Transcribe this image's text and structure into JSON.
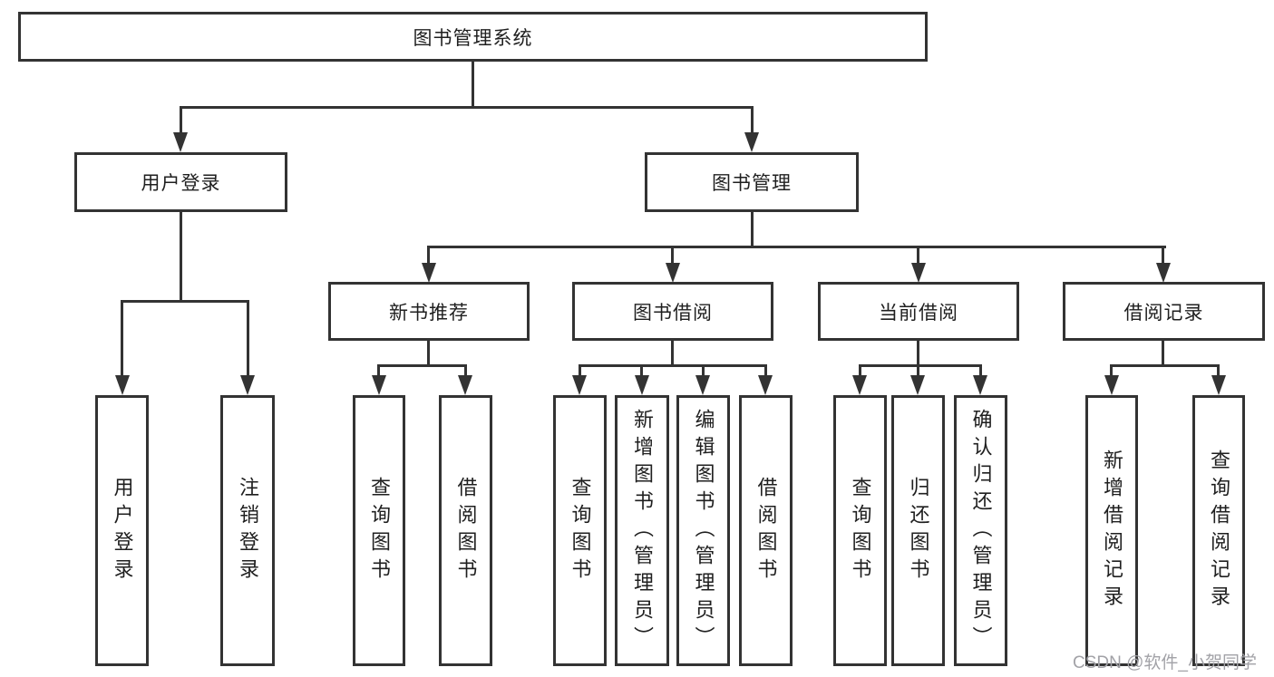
{
  "diagram": {
    "title_node": {
      "label": "图书管理系统"
    },
    "level2": [
      {
        "id": "user-login",
        "label": "用户登录"
      },
      {
        "id": "book-mgmt",
        "label": "图书管理"
      }
    ],
    "level3": [
      {
        "id": "new-book-recommend",
        "label": "新书推荐"
      },
      {
        "id": "book-borrow",
        "label": "图书借阅"
      },
      {
        "id": "current-borrow",
        "label": "当前借阅"
      },
      {
        "id": "borrow-record",
        "label": "借阅记录"
      }
    ],
    "leaves": [
      {
        "parent": "user-login",
        "label": "用户登录"
      },
      {
        "parent": "user-login",
        "label": "注销登录"
      },
      {
        "parent": "new-book-recommend",
        "label": "查询图书"
      },
      {
        "parent": "new-book-recommend",
        "label": "借阅图书"
      },
      {
        "parent": "book-borrow",
        "label": "查询图书"
      },
      {
        "parent": "book-borrow",
        "label": "新增图书（管理员）"
      },
      {
        "parent": "book-borrow",
        "label": "编辑图书（管理员）"
      },
      {
        "parent": "book-borrow",
        "label": "借阅图书"
      },
      {
        "parent": "current-borrow",
        "label": "查询图书"
      },
      {
        "parent": "current-borrow",
        "label": "归还图书"
      },
      {
        "parent": "current-borrow",
        "label": "确认归还（管理员）"
      },
      {
        "parent": "borrow-record",
        "label": "新增借阅记录"
      },
      {
        "parent": "borrow-record",
        "label": "查询借阅记录"
      }
    ]
  },
  "watermark": {
    "text": "CSDN @软件_小贺同学"
  },
  "colors": {
    "line": "#333333",
    "text": "#1f1f1f",
    "background": "#ffffff",
    "watermark": "#a2a2a7"
  }
}
